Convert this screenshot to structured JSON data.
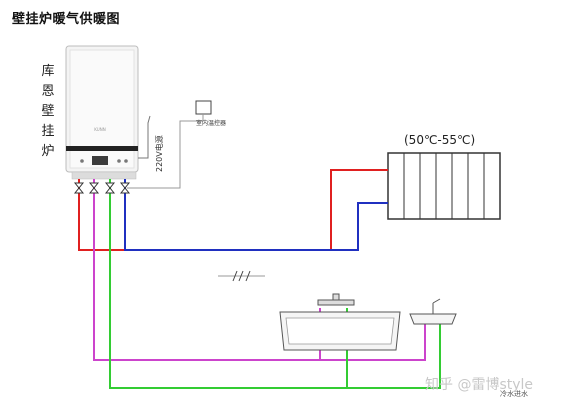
{
  "title": "壁挂炉暖气供暖图",
  "boiler": {
    "label_chars": [
      "库",
      "恩",
      "壁",
      "挂",
      "炉"
    ],
    "brand": "KUNN"
  },
  "thermostat_label": "室内温控器",
  "power_label": "220V电源",
  "radiator": {
    "temp_range": "(50℃-55℃)",
    "fins": 7
  },
  "drain_label": "冷水进水",
  "watermark": "知乎 @雷博style",
  "colors": {
    "supply": "#e02020",
    "return": "#2030c0",
    "hot_water": "#cc44cc",
    "cold_water": "#33cc33",
    "gas": "#888888"
  }
}
